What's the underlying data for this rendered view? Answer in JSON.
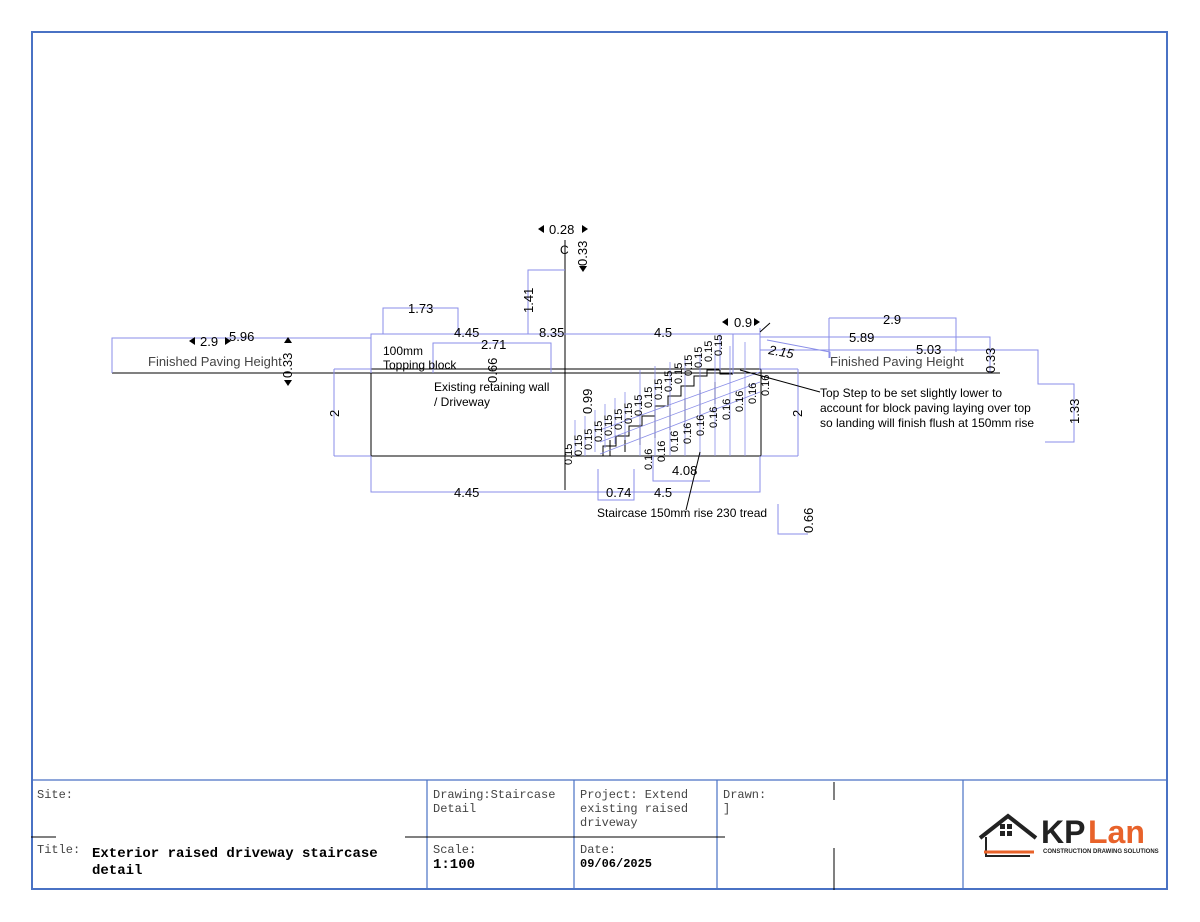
{
  "colors": {
    "frame": "#4a72c4",
    "dim": "#8a8ee8",
    "line": "#000000",
    "logo_orange": "#e8622a",
    "logo_dark": "#222222"
  },
  "labels": {
    "finished_paving_left": "Finished Paving Height",
    "finished_paving_right": "Finished Paving Height",
    "topping_1": "100mm",
    "topping_2": "Topping block",
    "wall_1": "Existing retaining wall",
    "wall_2": "/ Driveway",
    "c_marker": "C",
    "note_1": "Top Step to be set slightly lower to",
    "note_2": "account for block paving laying over top",
    "note_3": "so landing will finish flush at 150mm rise",
    "staircase": "Staircase 150mm rise 230 tread"
  },
  "dimensions": {
    "d028": "0.28",
    "d033_top": "0.33",
    "d141": "1.41",
    "d173": "1.73",
    "d29_left": "2.9",
    "d596": "5.96",
    "d033_left": "0.33",
    "d445_top": "4.45",
    "d835": "8.35",
    "d45_top": "4.5",
    "d271": "2.71",
    "d066_mid": "0.66",
    "d099": "0.99",
    "d2_left": "2",
    "d2_right": "2",
    "d445_bottom": "4.45",
    "d074": "0.74",
    "d45_bottom": "4.5",
    "d408": "4.08",
    "d066_right": "0.66",
    "d09": "0.9",
    "d215": "2.15",
    "d29_right": "2.9",
    "d589": "5.89",
    "d503": "5.03",
    "d033_right": "0.33",
    "d133": "1.33",
    "d015": "0.15",
    "d016": "0.16"
  },
  "title_block": {
    "site_label": "Site:",
    "drawing_1": "Drawing:Staircase",
    "drawing_2": "Detail",
    "project_1": "Project: Extend",
    "project_2": "existing raised",
    "project_3": "driveway",
    "drawn_label": "Drawn:",
    "drawn_value": "]",
    "title_label": "Title:",
    "title_1": "Exterior raised driveway staircase",
    "title_2": "detail",
    "scale_label": "Scale:",
    "scale_value": "1:100",
    "date_label": "Date:",
    "date_value": "09/06/2025",
    "logo_kp": "KP",
    "logo_lan": "Lan",
    "logo_tagline": "CONSTRUCTION DRAWING SOLUTIONS"
  }
}
